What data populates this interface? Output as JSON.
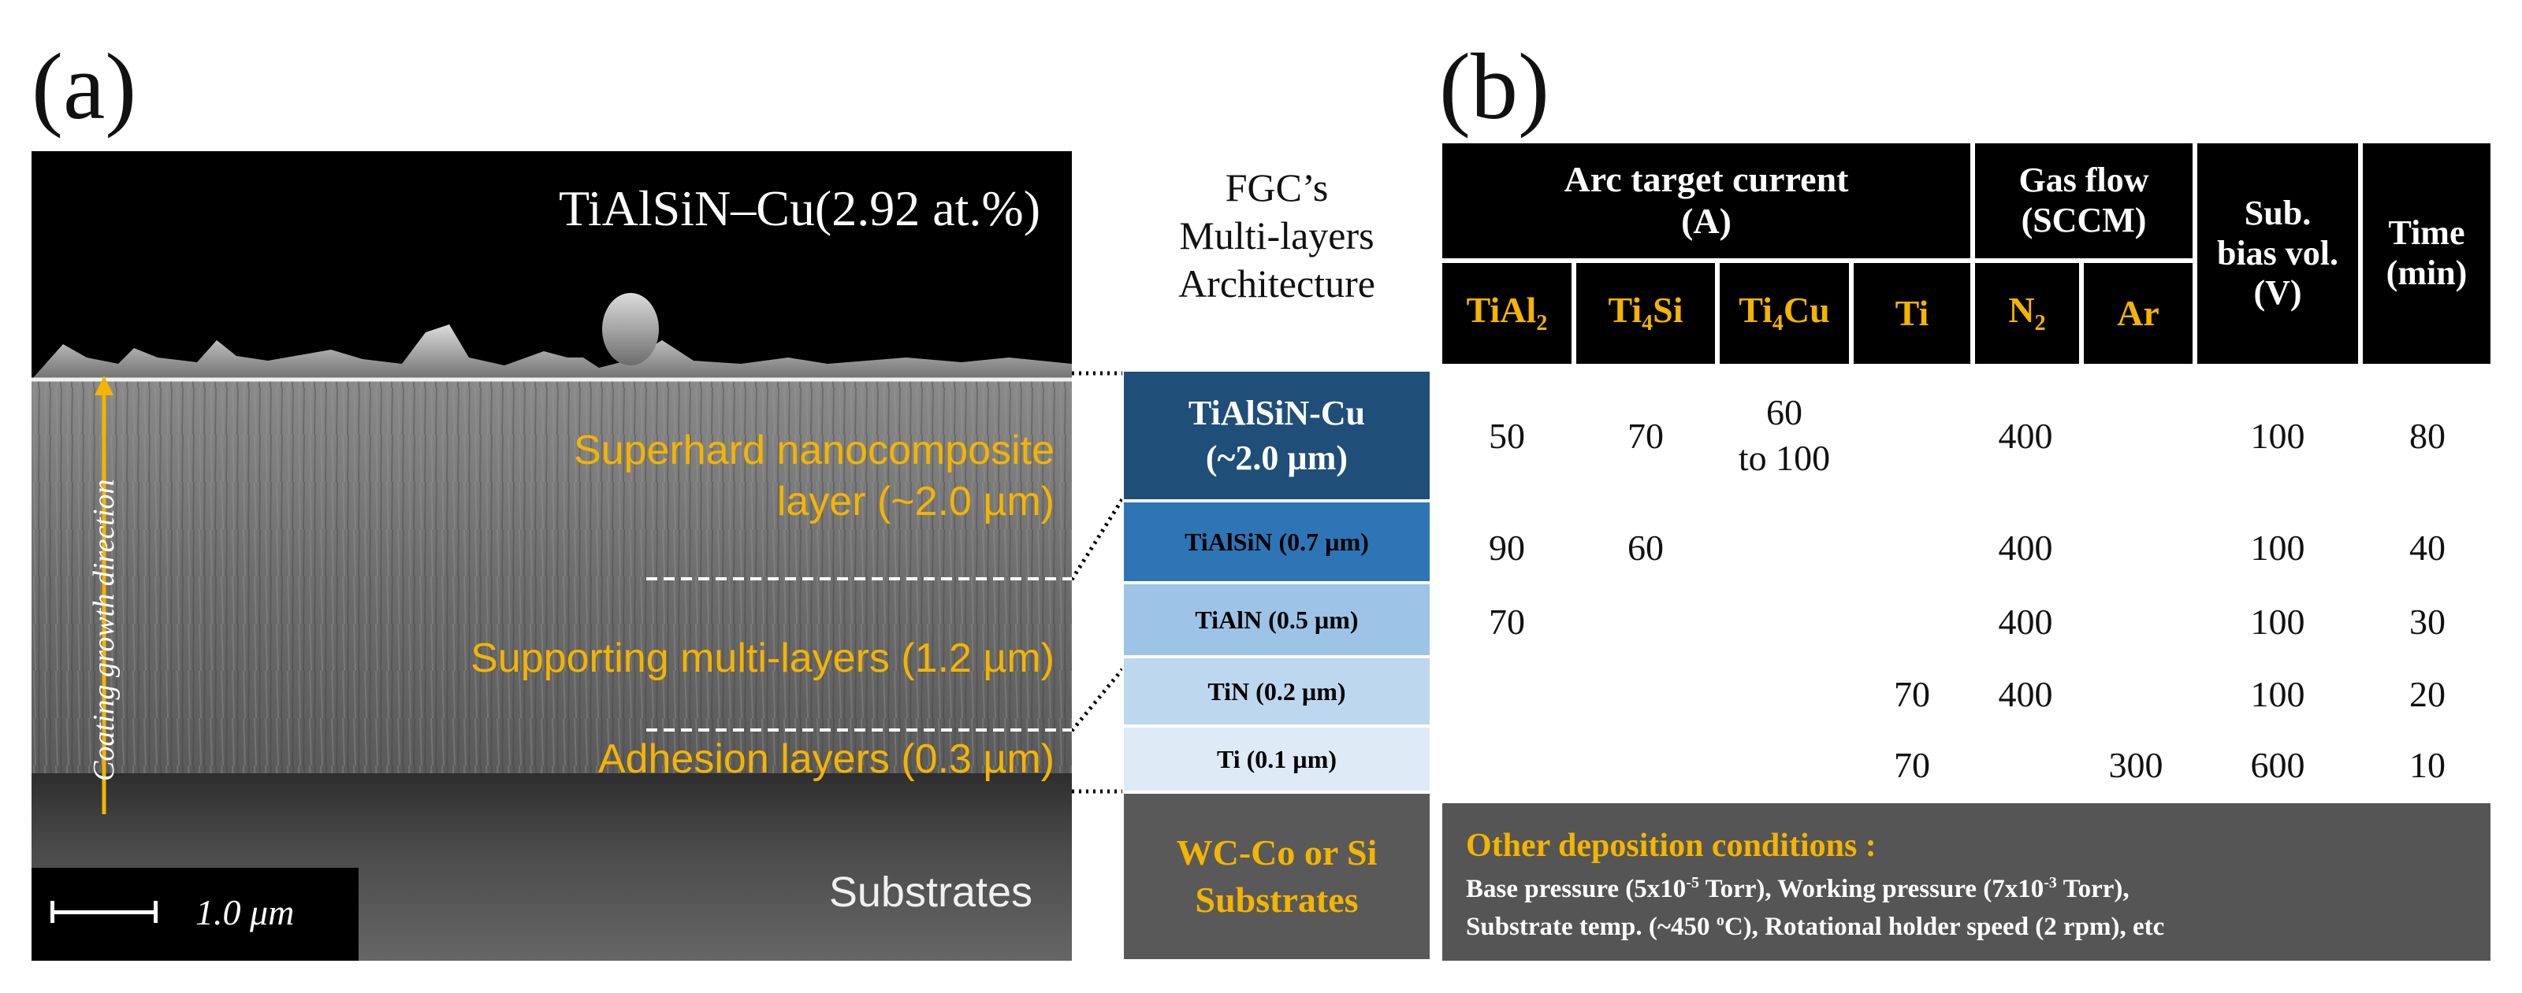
{
  "panel_a": {
    "letter": "(a)",
    "title": "TiAlSiN–Cu(2.92 at.%)",
    "labels": {
      "superhard_line1": "Superhard nanocomposite",
      "superhard_line2": "layer (~2.0 µm)",
      "supporting": "Supporting multi-layers (1.2 µm)",
      "adhesion": "Adhesion layers (0.3 µm)",
      "substrates": "Substrates",
      "growth_direction": "Coating growth direction"
    },
    "scale_bar": "1.0 μm",
    "colors": {
      "label_gold": "#f4b400",
      "arrow": "#f4b400"
    }
  },
  "fgc": {
    "heading_line1": "FGC’s",
    "heading_line2": "Multi-layers",
    "heading_line3": "Architecture",
    "layers": [
      {
        "name": "TiAlSiN-Cu",
        "thickness": "(~2.0 µm)",
        "bg": "#1f4e79",
        "fg": "#ffffff"
      },
      {
        "name": "TiAlSiN (0.7 µm)",
        "bg": "#2e75b6",
        "fg": "#000000"
      },
      {
        "name": "TiAlN (0.5 µm)",
        "bg": "#9dc3e6",
        "fg": "#000000"
      },
      {
        "name": "TiN (0.2 µm)",
        "bg": "#bdd7ee",
        "fg": "#000000"
      },
      {
        "name": "Ti (0.1 µm)",
        "bg": "#deebf7",
        "fg": "#000000"
      },
      {
        "name": "WC-Co or Si",
        "name2": "Substrates",
        "bg": "#595959",
        "fg": "#f4b400"
      }
    ]
  },
  "panel_b": {
    "letter": "(b)",
    "headers": {
      "arc_line1": "Arc target current",
      "arc_line2": "(A)",
      "gas_line1": "Gas flow",
      "gas_line2": "(SCCM)",
      "bias_line1": "Sub.",
      "bias_line2": "bias vol.",
      "bias_line3": "(V)",
      "time_line1": "Time",
      "time_line2": "(min)"
    },
    "subheaders": {
      "tial2": {
        "base": "TiAl",
        "sub": "2"
      },
      "ti4si": {
        "base": "Ti",
        "sub": "4",
        "rest": "Si"
      },
      "ti4cu": {
        "base": "Ti",
        "sub": "4",
        "rest": "Cu"
      },
      "ti": "Ti",
      "n2": {
        "base": "N",
        "sub": "2"
      },
      "ar": "Ar"
    },
    "rows": [
      {
        "tial2": "50",
        "ti4si": "70",
        "ti4cu_1": "60",
        "ti4cu_2": "to 100",
        "ti": "",
        "n2": "400",
        "ar": "",
        "bias": "100",
        "time": "80"
      },
      {
        "tial2": "90",
        "ti4si": "60",
        "ti4cu_1": "",
        "ti4cu_2": "",
        "ti": "",
        "n2": "400",
        "ar": "",
        "bias": "100",
        "time": "40"
      },
      {
        "tial2": "70",
        "ti4si": "",
        "ti4cu_1": "",
        "ti4cu_2": "",
        "ti": "",
        "n2": "400",
        "ar": "",
        "bias": "100",
        "time": "30"
      },
      {
        "tial2": "",
        "ti4si": "",
        "ti4cu_1": "",
        "ti4cu_2": "",
        "ti": "70",
        "n2": "400",
        "ar": "",
        "bias": "100",
        "time": "20"
      },
      {
        "tial2": "",
        "ti4si": "",
        "ti4cu_1": "",
        "ti4cu_2": "",
        "ti": "70",
        "n2": "",
        "ar": "300",
        "bias": "600",
        "time": "10"
      }
    ],
    "notes": {
      "title": "Other deposition conditions :",
      "line1_a": "Base pressure (5x10",
      "line1_sup1": "-5",
      "line1_b": " Torr), Working pressure (7x10",
      "line1_sup2": "-3",
      "line1_c": " Torr),",
      "line2_a": "Substrate temp. (~450 ",
      "line2_sup": "o",
      "line2_b": "C),  Rotational holder speed (2 rpm), etc"
    }
  }
}
